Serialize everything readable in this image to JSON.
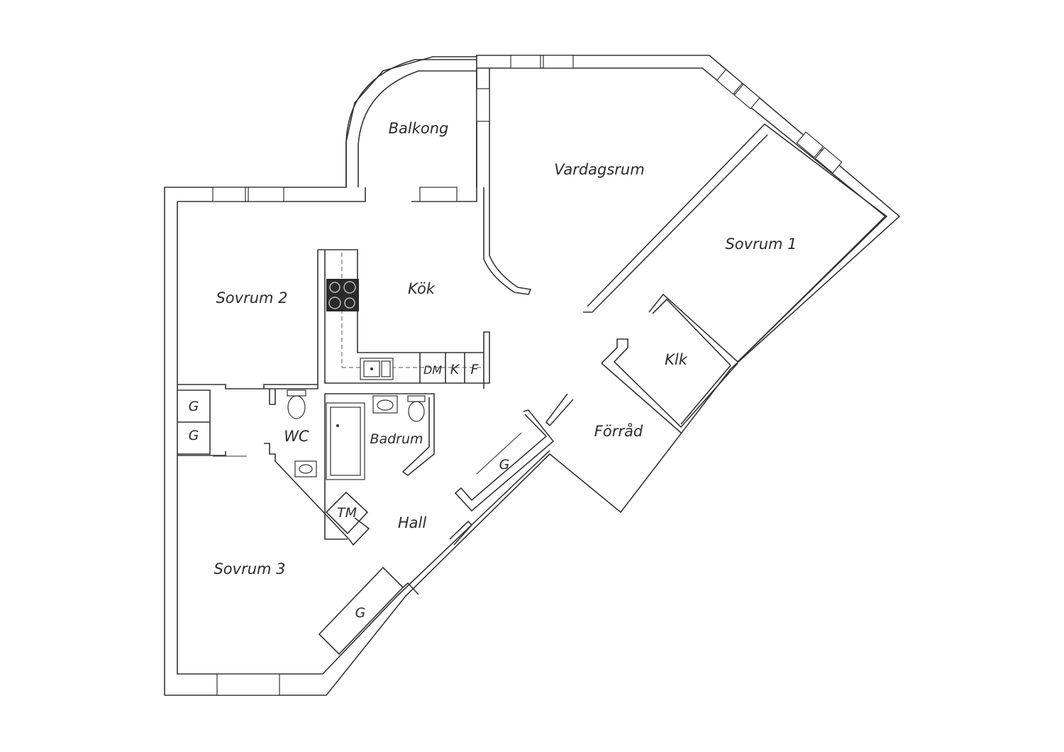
{
  "rooms": {
    "balkong": "Balkong",
    "vardagsrum": "Vardagsrum",
    "sovrum1": "Sovrum 1",
    "sovrum2": "Sovrum 2",
    "sovrum3": "Sovrum 3",
    "kok": "Kök",
    "klk": "Klk",
    "forrad": "Förråd",
    "badrum": "Badrum",
    "wc": "WC",
    "hall": "Hall"
  },
  "fixtures": {
    "dm": "DM",
    "k": "K",
    "f": "F",
    "tm": "TM",
    "wardrobe": "G"
  }
}
